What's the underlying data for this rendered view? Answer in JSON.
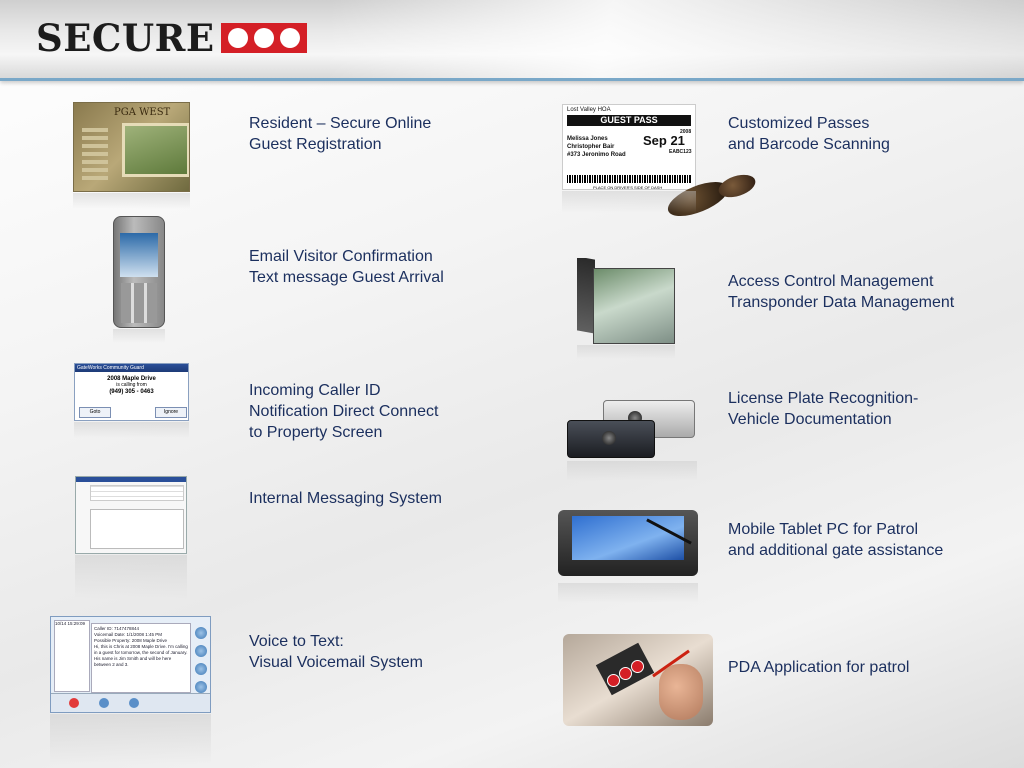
{
  "header": {
    "logo_text": "SECURE",
    "logo_color": "#d41f26"
  },
  "features": [
    {
      "lines": [
        "Resident – Secure Online",
        "Guest Registration"
      ],
      "image": "website-screenshot"
    },
    {
      "lines": [
        "Email Visitor Confirmation",
        "Text message Guest Arrival"
      ],
      "image": "mobile-phone"
    },
    {
      "lines": [
        "Incoming Caller ID",
        "Notification Direct Connect",
        "to Property Screen"
      ],
      "image": "caller-id-dialog"
    },
    {
      "lines": [
        "Internal Messaging System"
      ],
      "image": "messaging-window"
    },
    {
      "lines": [
        "Voice to Text:",
        "Visual Voicemail System"
      ],
      "image": "voicemail-window"
    },
    {
      "lines": [
        "Customized Passes",
        "and Barcode Scanning"
      ],
      "image": "guest-pass-and-scanner"
    },
    {
      "lines": [
        "Access Control Management",
        "Transponder Data Management"
      ],
      "image": "access-control-cube"
    },
    {
      "lines": [
        "License Plate Recognition-",
        "Vehicle Documentation"
      ],
      "image": "lpr-cameras"
    },
    {
      "lines": [
        "Mobile Tablet PC for Patrol",
        "and additional gate assistance"
      ],
      "image": "tablet-pc"
    },
    {
      "lines": [
        "PDA Application for patrol"
      ],
      "image": "pda-device"
    }
  ],
  "thumbs": {
    "website_brand": "PGA WEST",
    "dialog_title": "GateWorks Community Guard",
    "dialog_address": "2008 Maple Drive",
    "dialog_calling": "is calling from",
    "dialog_phone": "(949) 305 - 0463",
    "dialog_goto": "Goto",
    "dialog_ignore": "Ignore",
    "voice_time": "10/14 15:29:09",
    "voice_caller": "Caller ID: 7147478844",
    "voice_date": "Voicemail Date: 1/1/2008 1:45 PM",
    "voice_property": "Possible Property: 2008 Maple Drive",
    "voice_message": "Hi, this is Chris at 2008 Maple Drive. I'm calling in a guest for tomorrow, the second of January. His name is Jim Smith and will be here between 2 and 3.",
    "pass_hoa": "Lost Valley HOA",
    "pass_title": "GUEST PASS",
    "pass_date": "Sep 21",
    "pass_year": "2008",
    "pass_host": "Melissa Jones",
    "pass_guest": "Christopher Bair",
    "pass_address": "#373 Jeronimo Road",
    "pass_plate": "EABC123",
    "pass_footer": "PLACE ON DRIVER'S SIDE OF DASH"
  }
}
